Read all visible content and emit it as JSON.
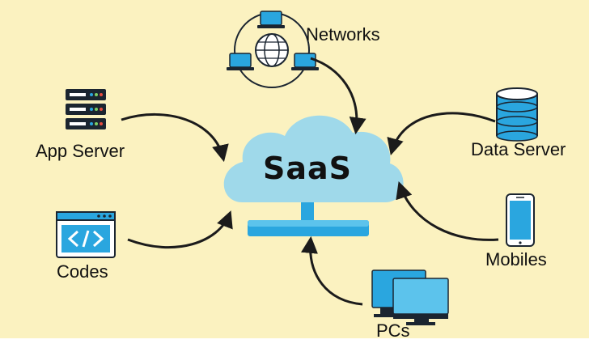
{
  "center": {
    "label": "SaaS"
  },
  "nodes": [
    {
      "id": "networks",
      "label": "Networks",
      "icon": "globe-network-icon"
    },
    {
      "id": "app_server",
      "label": "App Server",
      "icon": "server-rack-icon"
    },
    {
      "id": "data_server",
      "label": "Data Server",
      "icon": "database-icon"
    },
    {
      "id": "codes",
      "label": "Codes",
      "icon": "code-window-icon"
    },
    {
      "id": "mobiles",
      "label": "Mobiles",
      "icon": "smartphone-icon"
    },
    {
      "id": "pcs",
      "label": "PCs",
      "icon": "monitor-icon"
    }
  ],
  "colors": {
    "background": "#fbf2c0",
    "cloud": "#9fd9ea",
    "icon_blue": "#2aa6df",
    "icon_dark": "#1b2530",
    "arrow": "#1b1b1b"
  }
}
